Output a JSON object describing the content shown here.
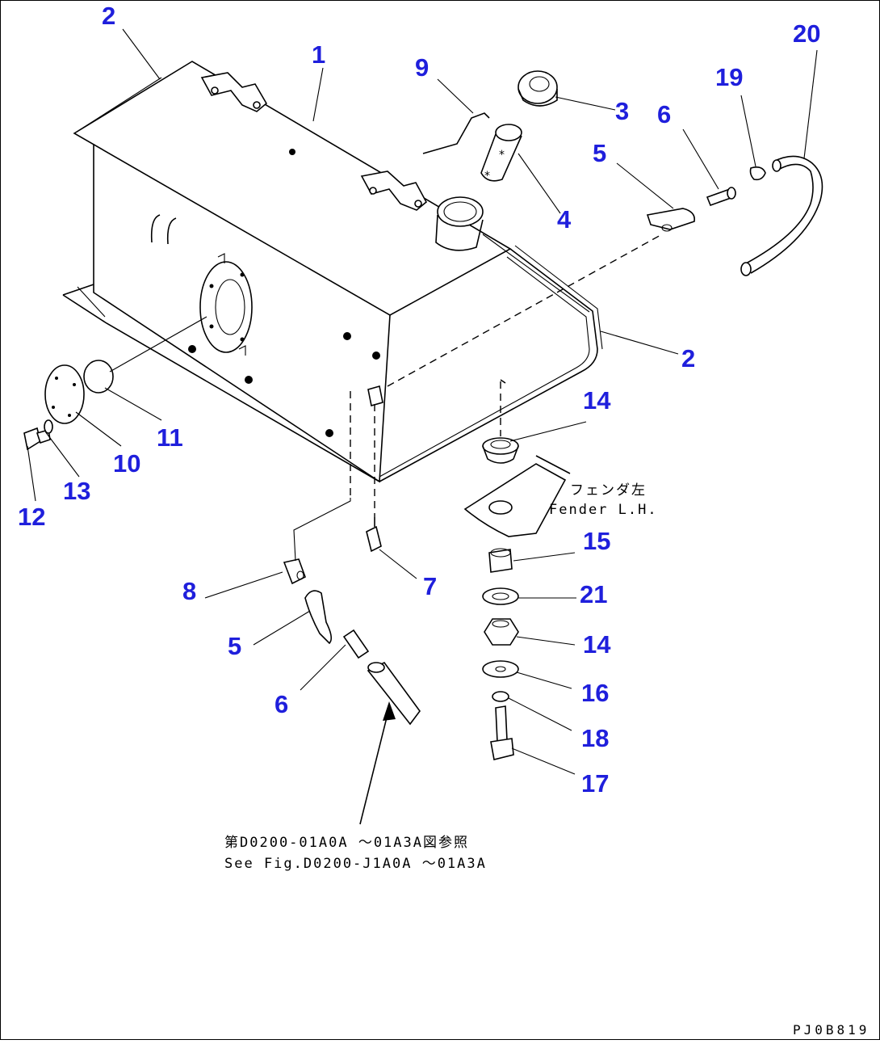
{
  "diagram": {
    "callouts": {
      "c1": "1",
      "c2a": "2",
      "c2b": "2",
      "c3": "3",
      "c4": "4",
      "c5a": "5",
      "c5b": "5",
      "c6a": "6",
      "c6b": "6",
      "c7": "7",
      "c8": "8",
      "c9": "9",
      "c10": "10",
      "c11": "11",
      "c12": "12",
      "c13": "13",
      "c14a": "14",
      "c14b": "14",
      "c15": "15",
      "c16": "16",
      "c17": "17",
      "c18": "18",
      "c19": "19",
      "c20": "20",
      "c21": "21"
    },
    "fender_note": {
      "jp": "フェンダ左",
      "en": "Fender L.H."
    },
    "reference_note": {
      "jp": "第D0200-01A0A ～01A3A図参照",
      "en": "See Fig.D0200-J1A0A ～01A3A"
    },
    "drawing_code": "PJ0B819"
  }
}
